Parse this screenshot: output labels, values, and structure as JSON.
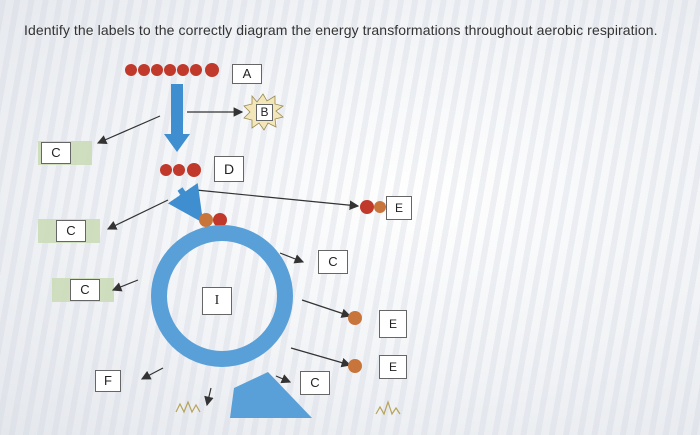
{
  "question": {
    "text": "Identify the labels to the correctly diagram the energy transformations throughout aerobic respiration."
  },
  "labels": {
    "a": "A",
    "b": "B",
    "d": "D",
    "i": "I",
    "f": "F",
    "c_left_1": "C",
    "c_left_2": "C",
    "c_left_3": "C",
    "c_right_1": "C",
    "c_right_2": "C",
    "e_1": "E",
    "e_2": "E",
    "e_3": "E"
  },
  "colors": {
    "carbon_dot": "#c0392b",
    "brown_dot": "#c8753c",
    "krebs_cycle": "#5aa0d8",
    "arrow_blue": "#3f8fd0",
    "green_highlight": "#c9dbb4"
  },
  "icons": [
    "energy-burst-icon",
    "down-arrow-icon"
  ]
}
